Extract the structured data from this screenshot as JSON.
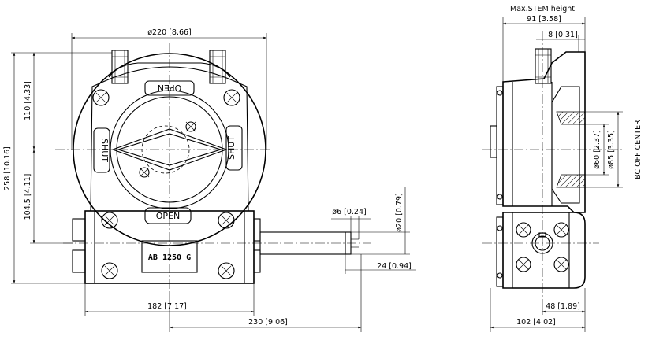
{
  "dimensions": {
    "top_width": "ø220 [8.66]",
    "height_upper": "110 [4.33]",
    "height_total": "258 [10.16]",
    "height_lower": "104.5 [4.11]",
    "bottom_width": "182 [7.17]",
    "overall_width": "230 [9.06]",
    "shaft_key": "ø6 [0.24]",
    "shaft_diameter": "ø20 [0.79]",
    "shaft_length": "24 [0.94]",
    "stem_height_title": "Max.STEM height",
    "stem_height": "91 [3.58]",
    "flange_thickness": "8 [0.31]",
    "bore_inner": "ø60 [2.37]",
    "bore_outer": "ø85 [3.35]",
    "bc_off_center": "BC OFF CENTER",
    "base_offset": "48 [1.89]",
    "side_width": "102 [4.02]"
  },
  "labels": {
    "shut_left": "SHUT",
    "shut_right": "SHUT",
    "open_top_mirrored": "OPEN",
    "open_bottom": "OPEN",
    "model": "AB 1250 G"
  }
}
